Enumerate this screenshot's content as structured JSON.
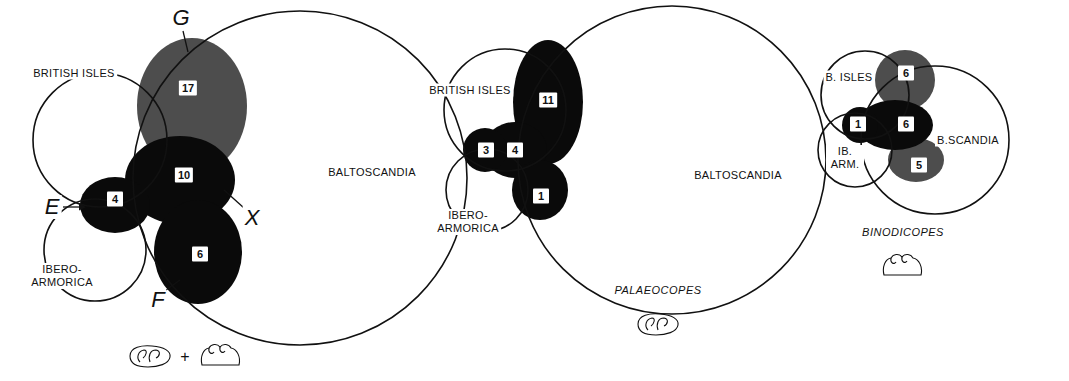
{
  "diagram": {
    "nodes": [
      {
        "text": [
          "BRITISH ISLES"
        ]
      },
      {
        "text": [
          "IBERO-ARMORICA"
        ]
      },
      {
        "text": [
          "BALTOSCANDIA"
        ]
      },
      {
        "text": [
          "BRITISH ISLES"
        ]
      },
      {
        "text": [
          "IBERO-ARMORICA"
        ]
      },
      {
        "text": [
          "BALTOSCANDIA"
        ]
      },
      {
        "text": [
          "B. ISLES"
        ]
      },
      {
        "text": [
          "IB. ARM."
        ]
      },
      {
        "text": [
          "B.SCANDIA"
        ]
      }
    ],
    "labels": [
      "G",
      "E",
      "X",
      "F",
      "17",
      "4",
      "10",
      "6",
      "+",
      "11",
      "3",
      "4",
      "1",
      "PALAEOCOPES",
      "6",
      "1",
      "6",
      "5",
      "BINODICOPES"
    ]
  }
}
